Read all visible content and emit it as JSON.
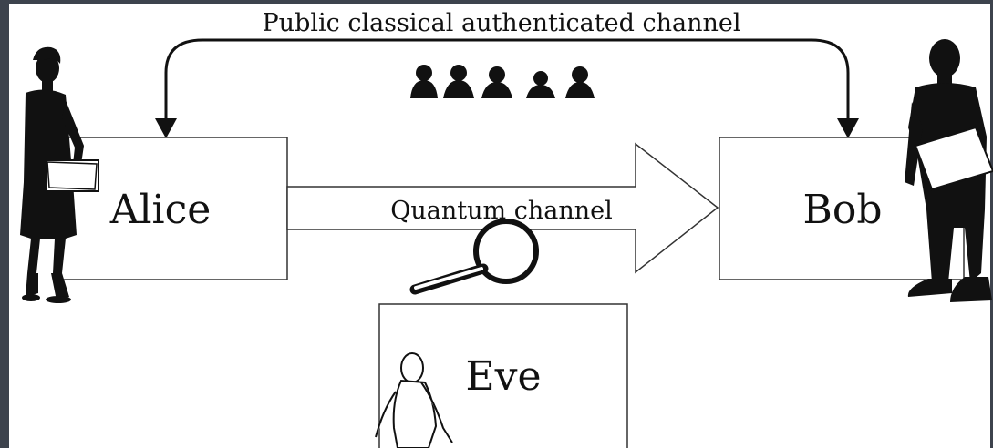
{
  "diagram": {
    "classical_channel_label": "Public classical authenticated channel",
    "quantum_channel_label": "Quantum channel",
    "parties": {
      "alice": "Alice",
      "bob": "Bob",
      "eve": "Eve"
    }
  },
  "colors": {
    "frame": "#3d434d",
    "canvas": "#ffffff",
    "ink": "#111111"
  },
  "icons": [
    "woman-silhouette-icon",
    "man-silhouette-icon",
    "audience-silhouette-icon",
    "magnifying-glass-icon",
    "eavesdropper-figure-icon"
  ]
}
